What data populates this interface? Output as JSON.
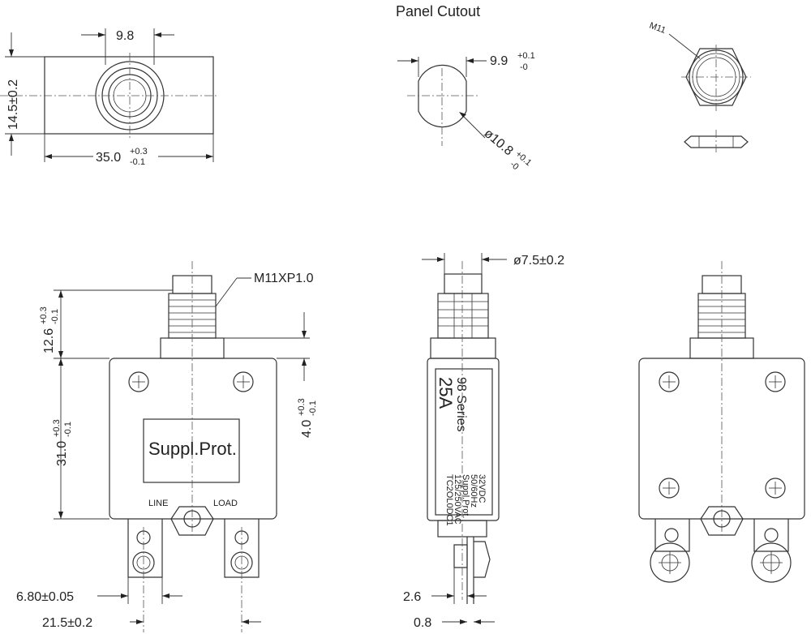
{
  "title": "Panel Cutout",
  "top_view": {
    "width_dim": "9.8",
    "height_dim": "14.5±0.2",
    "length_dim": "35.0",
    "length_tol_upper": "+0.3",
    "length_tol_lower": "-0.1"
  },
  "cutout": {
    "flat_dim": "9.9",
    "flat_tol_upper": "+0.1",
    "flat_tol_lower": "-0",
    "diameter_dim": "ø10.8",
    "diameter_tol_upper": "+0.1",
    "diameter_tol_lower": "-0"
  },
  "nut": {
    "thread_label": "M11"
  },
  "front_view": {
    "thread_label": "M11XP1.0",
    "stem_height_dim": "12.6",
    "stem_tol_upper": "+0.3",
    "stem_tol_lower": "-0.1",
    "body_height_dim": "31.0",
    "body_tol_upper": "+0.3",
    "body_tol_lower": "-0.1",
    "screw_offset_dim": "4.0",
    "screw_tol_upper": "+0.3",
    "screw_tol_lower": "-0.1",
    "label_text": "Suppl.Prot.",
    "line_label": "LINE",
    "load_label": "LOAD",
    "terminal_width_dim": "6.80±0.05",
    "terminal_pitch_dim": "21.5±0.2"
  },
  "side_view": {
    "stem_diameter_dim": "ø7.5±0.2",
    "series_text": "98 Series",
    "rating_text": "25A",
    "line1": "32VDC",
    "line2": "50/60Hz",
    "line3": "Suppl.Prot.",
    "line4": "125/250VAC",
    "line5": "TC2OL0DC1",
    "terminal_dim": "2.6",
    "thickness_dim": "0.8"
  }
}
